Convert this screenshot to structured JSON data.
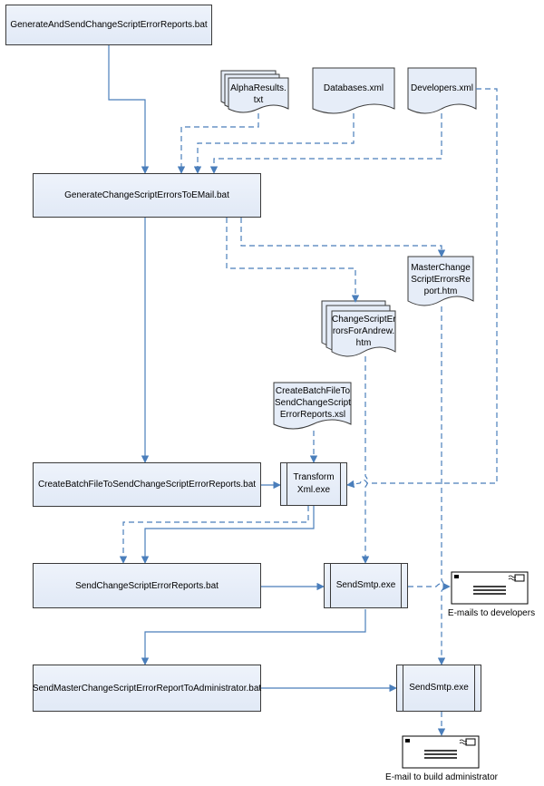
{
  "nodes": {
    "generate_and_send": "GenerateAndSendChangeScriptErrorReports.bat",
    "alpha_results": "AlphaResults.\ntxt",
    "databases_xml": "Databases.xml",
    "developers_xml": "Developers.xml",
    "generate_errors_email": "GenerateChangeScriptErrorsToEMail.bat",
    "master_report": "MasterChange\nScriptErrorsRe\nport.htm",
    "andrew_report": "ChangeScriptEr\nrorsForAndrew.\nhtm",
    "xsl_file": "CreateBatchFileTo\nSendChangeScript\nErrorReports.xsl",
    "create_batch": "CreateBatchFileToSendChangeScriptErrorReports.bat",
    "transform_xml": "Transform\nXml.exe",
    "send_reports": "SendChangeScriptErrorReports.bat",
    "send_smtp_1": "SendSmtp.exe",
    "send_master": "SendMasterChangeScriptErrorReportToAdministrator.bat",
    "send_smtp_2": "SendSmtp.exe"
  },
  "captions": {
    "emails_developers": "E-mails to developers",
    "email_admin": "E-mail to build administrator"
  },
  "colors": {
    "connector": "#4a7ebb",
    "border": "#3a3a3a",
    "fill": "#e6edf8"
  },
  "icons": {
    "envelope": "envelope-icon"
  }
}
